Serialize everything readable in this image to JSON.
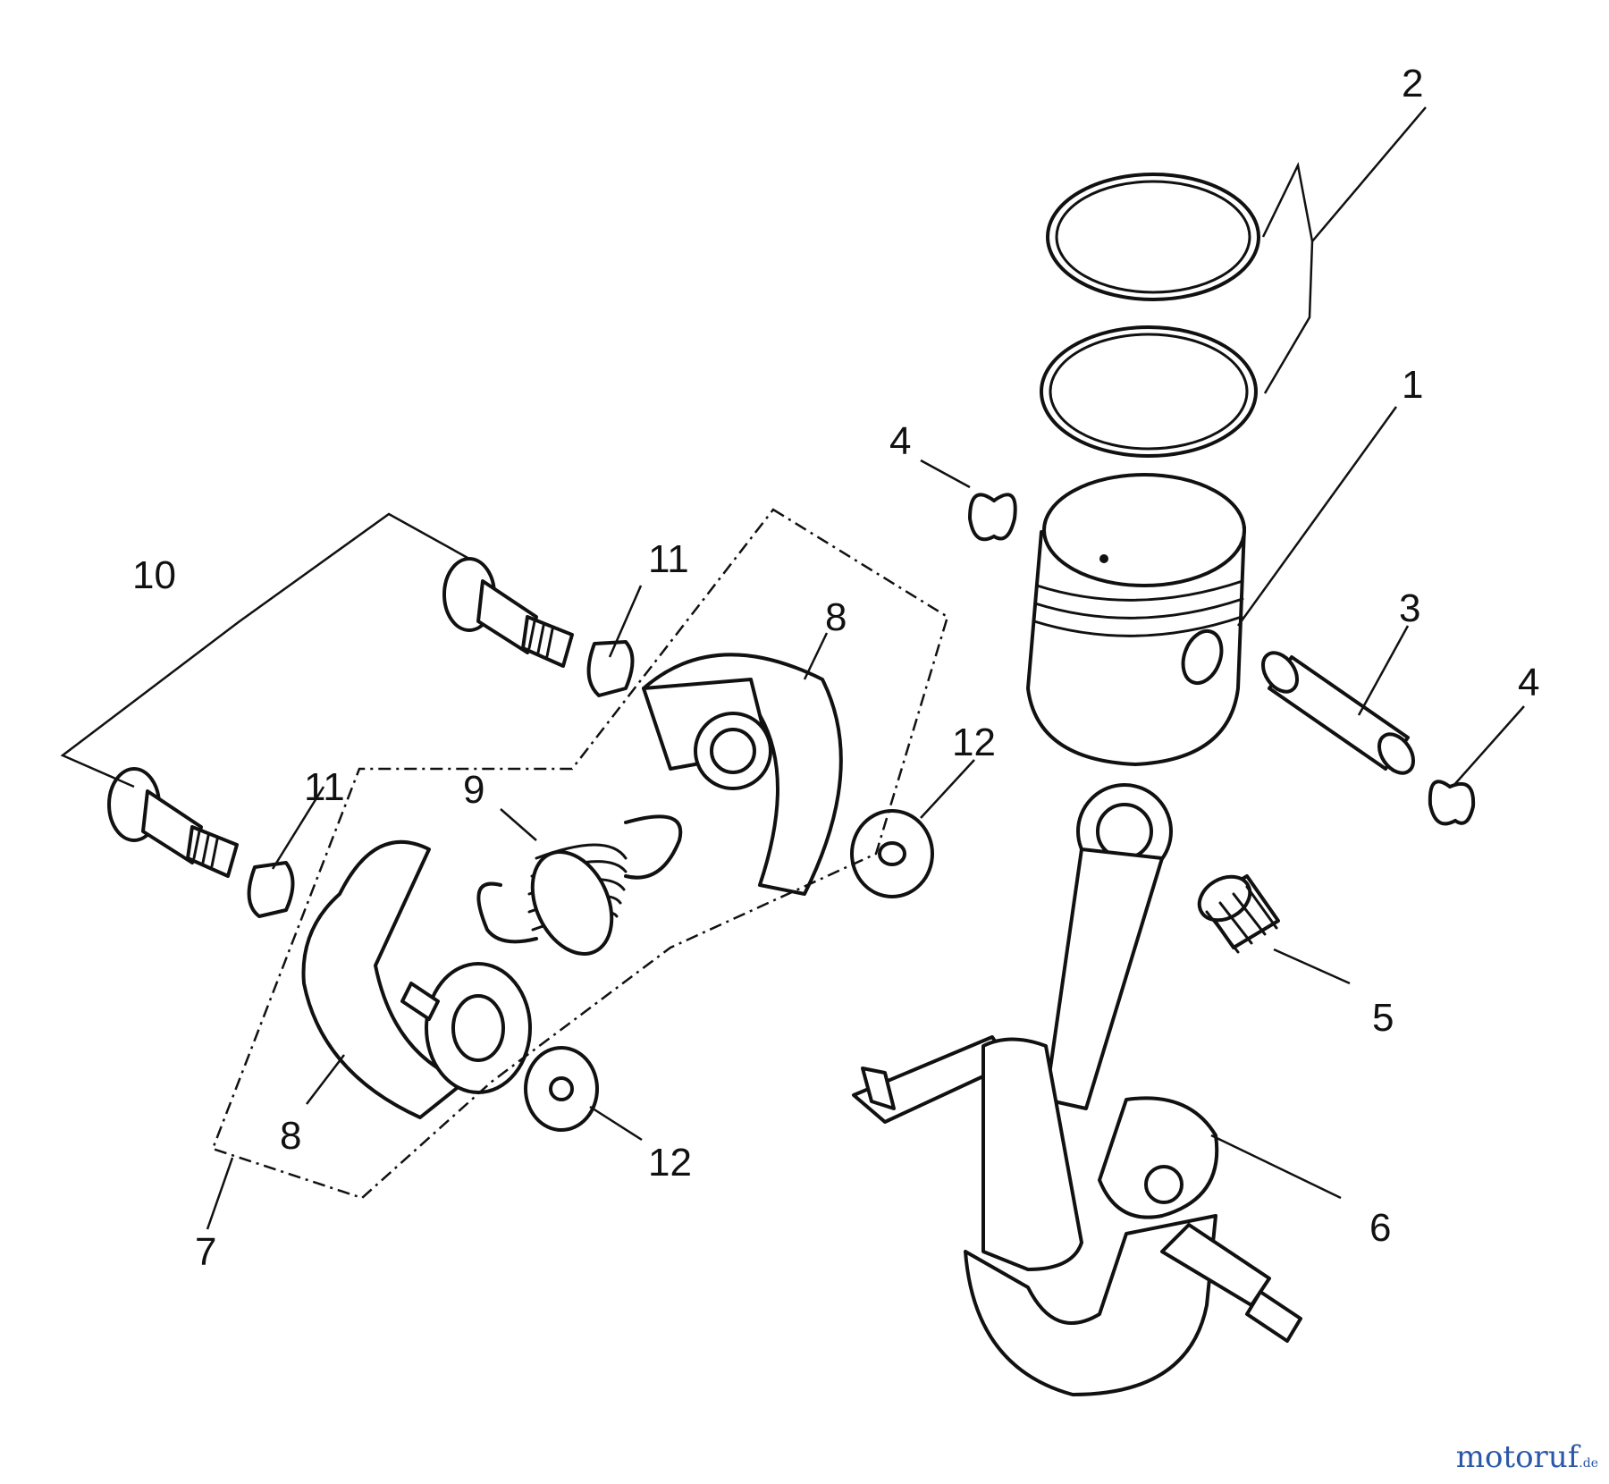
{
  "diagram": {
    "callouts": {
      "c1": "1",
      "c2": "2",
      "c3": "3",
      "c4a": "4",
      "c4b": "4",
      "c5": "5",
      "c6": "6",
      "c7": "7",
      "c8a": "8",
      "c8b": "8",
      "c9": "9",
      "c10": "10",
      "c11a": "11",
      "c11b": "11",
      "c12a": "12",
      "c12b": "12"
    }
  },
  "watermark": {
    "brand": "motoruf",
    "tld": ".de"
  },
  "colors": {
    "line": "#111111",
    "watermark": "#2b57a8"
  }
}
